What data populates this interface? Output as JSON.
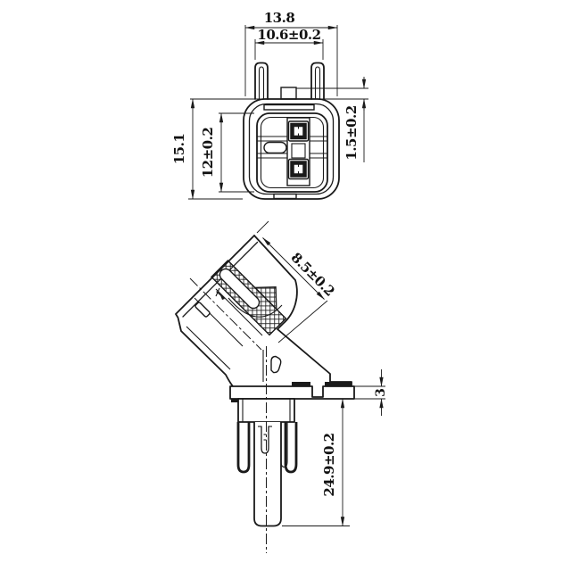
{
  "page": {
    "background": "#ffffff"
  },
  "drawing": {
    "ink_color": "#1a1a1a",
    "front_view": {
      "dim_overall_width": "13.8",
      "dim_tab_span_width": "10.6±0.2",
      "dim_overall_height": "15.1",
      "dim_cavity_height": "12±0.2",
      "dim_tab_offset": "1.5±0.2"
    },
    "side_view": {
      "dim_connector_depth": "8.5±0.2",
      "dim_flange_thickness": "3",
      "dim_body_length": "24.9±0.2"
    }
  }
}
